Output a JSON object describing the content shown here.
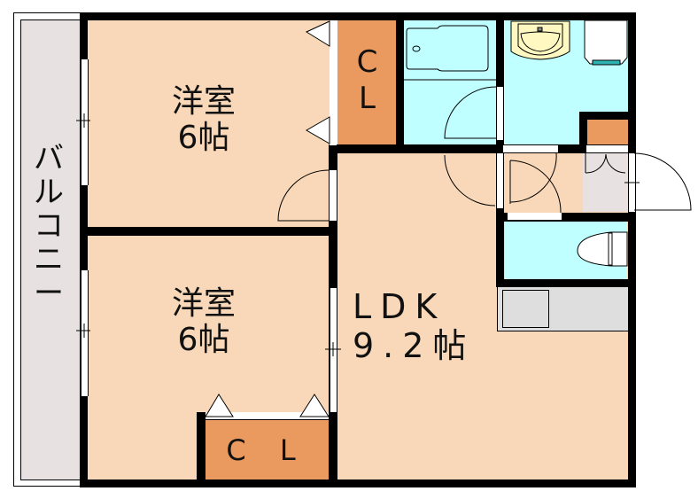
{
  "floor_plan": {
    "type": "2LDK apartment layout",
    "colors": {
      "room_floor": "#F8D8B8",
      "closet": "#EA9A5E",
      "wet_area": "#BFFFFF",
      "balcony": "#E8E1E1",
      "entrance": "#E8E1E1",
      "kitchen_counter": "#DEDEDE",
      "washbasin": "#FFF8C0",
      "washer_accent": "#2EB3B3",
      "wall": "#000000"
    },
    "rooms": {
      "balcony": {
        "label": "バルコニー"
      },
      "western_room_1": {
        "name": "洋室",
        "size": "6帖"
      },
      "western_room_2": {
        "name": "洋室",
        "size": "6帖"
      },
      "closet_1": {
        "label_line1": "C",
        "label_line2": "L"
      },
      "closet_2": {
        "label": "C L"
      },
      "ldk": {
        "name": "LDK",
        "size": "9.2帖"
      },
      "bathroom": {
        "fixture": "bathtub"
      },
      "washroom": {
        "fixtures": [
          "washbasin",
          "washing-machine"
        ]
      },
      "toilet": {
        "fixture": "toilet"
      },
      "kitchen": {
        "fixture": "sink-counter"
      },
      "entrance": {
        "fixture": "shoe-closet"
      },
      "hallway": {}
    }
  }
}
